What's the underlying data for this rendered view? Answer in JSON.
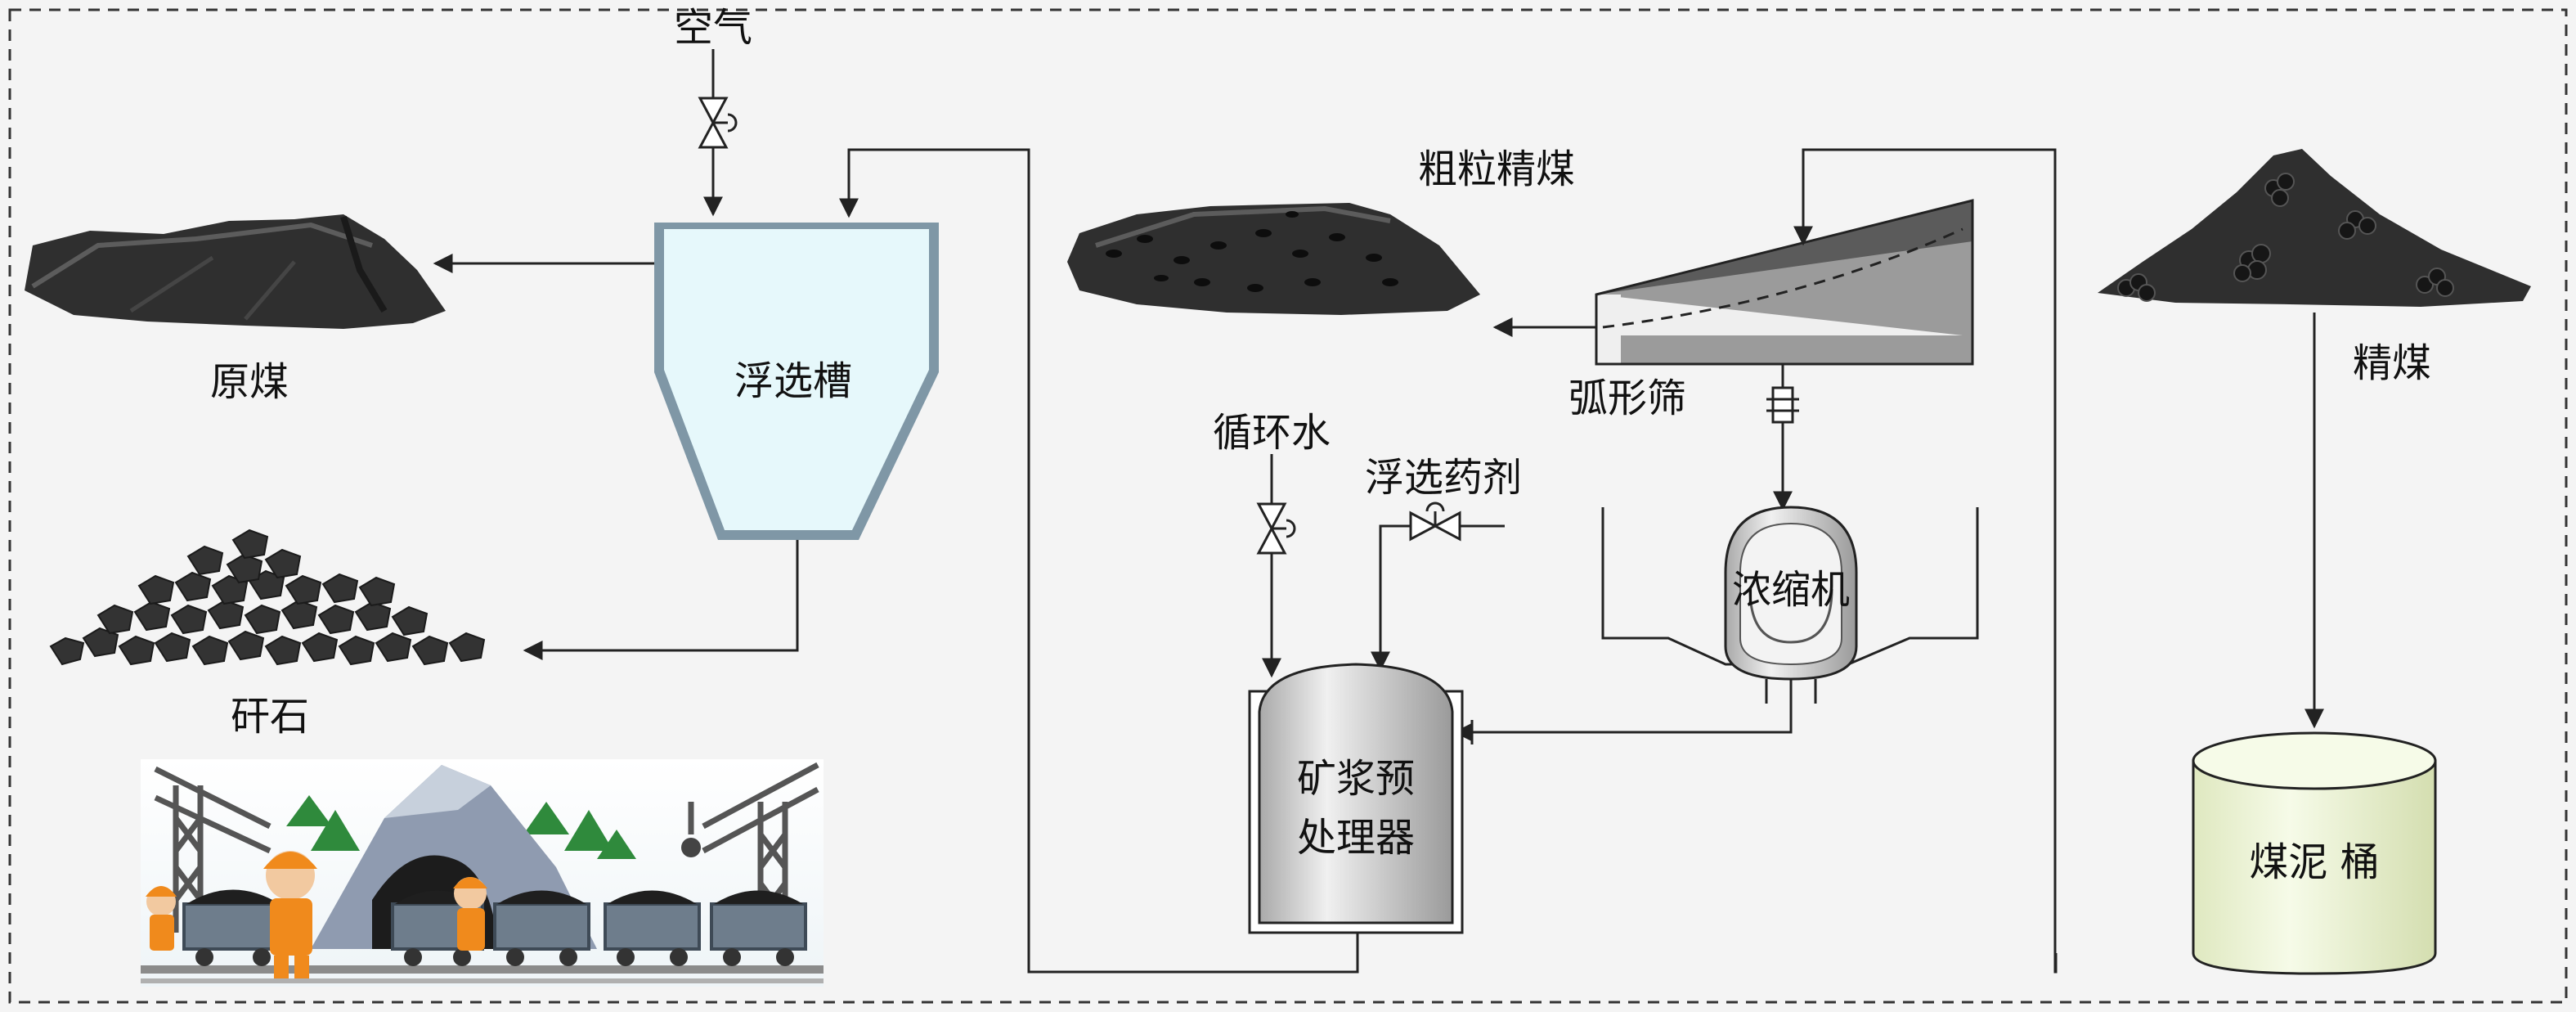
{
  "labels": {
    "air": "空气",
    "raw_coal": "原煤",
    "flotation_cell": "浮选槽",
    "gangue": "矸石",
    "coarse_clean_coal": "粗粒精煤",
    "arc_screen": "弧形筛",
    "circulating_water": "循环水",
    "flotation_reagent": "浮选药剂",
    "thickener": "浓缩机",
    "pulp_pretreater_line1": "矿浆预",
    "pulp_pretreater_line2": "处理器",
    "clean_coal": "精煤",
    "slime_bucket": "煤泥 桶"
  },
  "colors": {
    "coal": "#2f2f2f",
    "flotation_fill": "#e6f8fb",
    "flotation_frame": "#7f97a6",
    "slime_fill": "#f1f7dd",
    "screen_fill": "#5b5b5b"
  }
}
